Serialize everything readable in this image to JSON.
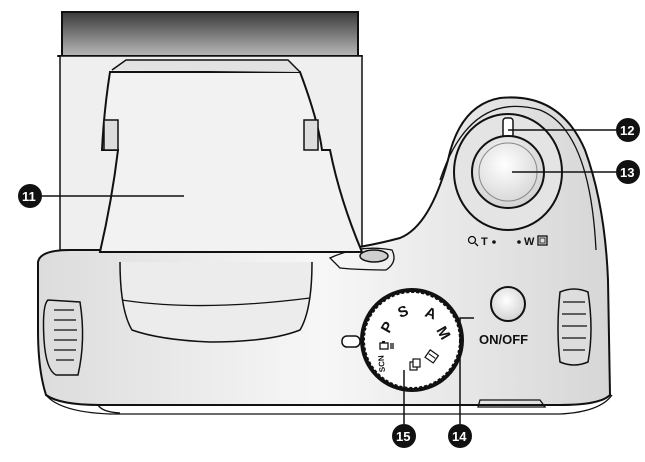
{
  "callouts": [
    {
      "id": "11"
    },
    {
      "id": "12"
    },
    {
      "id": "13"
    },
    {
      "id": "14"
    },
    {
      "id": "15"
    }
  ],
  "labels": {
    "power_button": "ON/OFF",
    "zoom_tele": "T",
    "zoom_wide": "W"
  },
  "mode_dial": [
    "P",
    "S",
    "A",
    "M",
    "SCN"
  ]
}
